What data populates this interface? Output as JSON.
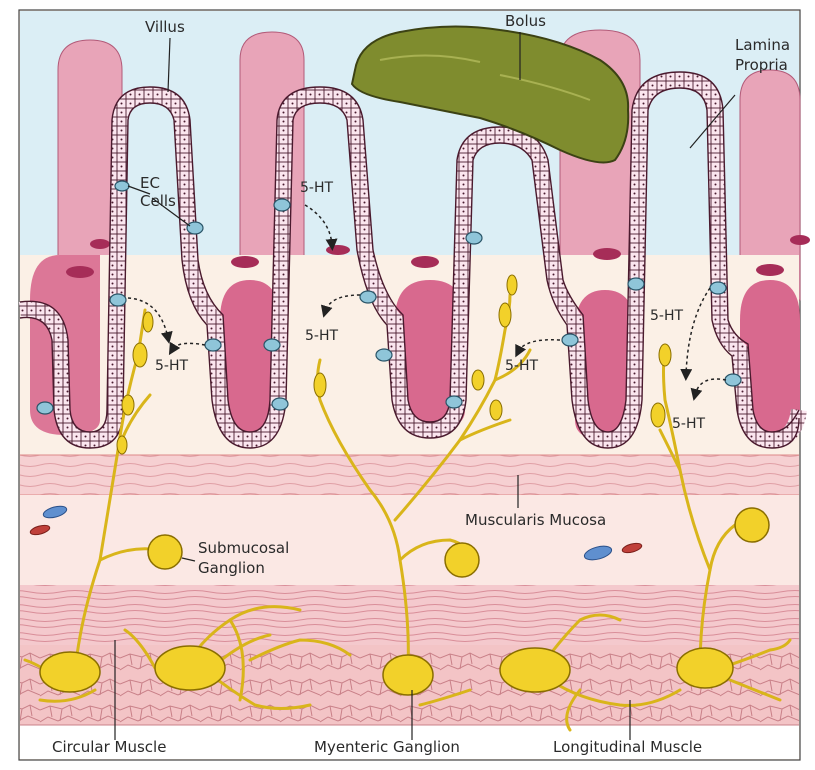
{
  "labels": {
    "villus": "Villus",
    "bolus": "Bolus",
    "lamina_line1": "Lamina",
    "lamina_line2": "Propria",
    "ec_line1": "EC",
    "ec_line2": "Cells",
    "ht": "5-HT",
    "muscularis_mucosa": "Muscularis Mucosa",
    "submucosal_line1": "Submucosal",
    "submucosal_line2": "Ganglion",
    "circular_muscle": "Circular Muscle",
    "myenteric_ganglion": "Myenteric Ganglion",
    "longitudinal_muscle": "Longitudinal Muscle"
  },
  "colors": {
    "lumen": "#dbeef5",
    "villus_pink": "#e8a4b8",
    "villus_deep": "#c2406a",
    "lamina_cream": "#fbf0e6",
    "epithelium": "#fbe6ef",
    "epithelium_outline": "#4a1a2e",
    "ec_cell": "#8fc5d9",
    "neuron": "#f2d12a",
    "neuron_outline": "#8a6e00",
    "muscle_band": "#f3c6c9",
    "submucosa": "#fbe8e4",
    "bolus": "#7f8c2e",
    "vessel_blue": "#5f8fcf",
    "vessel_red": "#c0403a"
  }
}
